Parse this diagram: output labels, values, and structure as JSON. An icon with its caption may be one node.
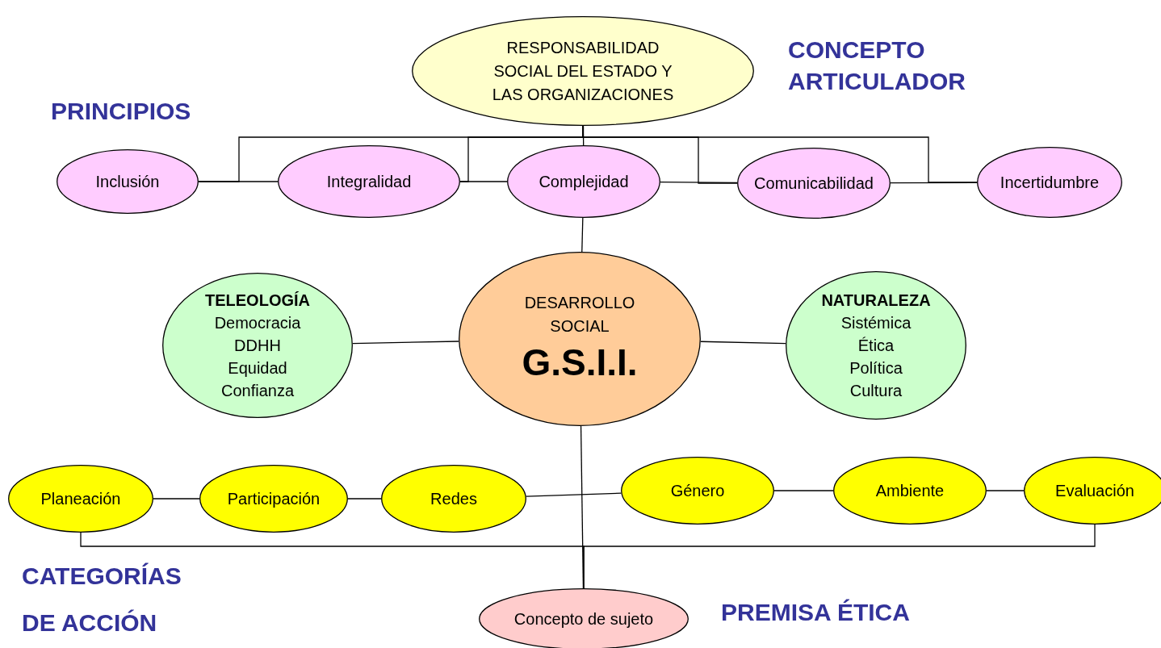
{
  "diagram": {
    "nodes": [
      {
        "text": [
          "RESPONSABILIDAD SOCIAL DEL ESTADO Y LAS ORGANIZACIONES"
        ]
      },
      {
        "text": [
          "Inclusión"
        ]
      },
      {
        "text": [
          "Integralidad"
        ]
      },
      {
        "text": [
          "Complejidad"
        ]
      },
      {
        "text": [
          "Comunicabilidad"
        ]
      },
      {
        "text": [
          "Incertidumbre"
        ]
      },
      {
        "text": [
          "TELEOLOGÍA",
          "Democracia",
          "DDHH",
          "Equidad",
          "Confianza"
        ]
      },
      {
        "text": [
          "DESARROLLO SOCIAL",
          "G.S.I.I."
        ]
      },
      {
        "text": [
          "NATURALEZA",
          "Sistémica",
          "Ética",
          "Política",
          "Cultura"
        ]
      },
      {
        "text": [
          "Planeación"
        ]
      },
      {
        "text": [
          "Participación"
        ]
      },
      {
        "text": [
          "Redes"
        ]
      },
      {
        "text": [
          "Género"
        ]
      },
      {
        "text": [
          "Ambiente"
        ]
      },
      {
        "text": [
          "Evaluación"
        ]
      },
      {
        "text": [
          "Concepto de sujeto"
        ]
      }
    ],
    "edges": [
      {
        "from": 0,
        "to": 1,
        "arrow": "none"
      },
      {
        "from": 0,
        "to": 2,
        "arrow": "none"
      },
      {
        "from": 0,
        "to": 3,
        "arrow": "none"
      },
      {
        "from": 0,
        "to": 4,
        "arrow": "none"
      },
      {
        "from": 0,
        "to": 5,
        "arrow": "none"
      },
      {
        "from": 1,
        "to": 2,
        "arrow": "none"
      },
      {
        "from": 2,
        "to": 3,
        "arrow": "none"
      },
      {
        "from": 3,
        "to": 4,
        "arrow": "none"
      },
      {
        "from": 4,
        "to": 5,
        "arrow": "none"
      },
      {
        "from": 3,
        "to": 7,
        "arrow": "none"
      },
      {
        "from": 6,
        "to": 7,
        "arrow": "none"
      },
      {
        "from": 7,
        "to": 8,
        "arrow": "none"
      },
      {
        "from": 7,
        "to": 15,
        "arrow": "none"
      },
      {
        "from": 9,
        "to": 10,
        "arrow": "none"
      },
      {
        "from": 10,
        "to": 11,
        "arrow": "none"
      },
      {
        "from": 11,
        "to": 12,
        "arrow": "none"
      },
      {
        "from": 12,
        "to": 13,
        "arrow": "none"
      },
      {
        "from": 13,
        "to": 14,
        "arrow": "none"
      },
      {
        "from": 9,
        "to": 15,
        "arrow": "none"
      },
      {
        "from": 14,
        "to": 15,
        "arrow": "none"
      }
    ],
    "labels": [
      "CONCEPTO ARTICULADOR",
      "PRINCIPIOS",
      "CATEGORÍAS",
      "DE ACCIÓN",
      "PREMISA ÉTICA"
    ]
  }
}
